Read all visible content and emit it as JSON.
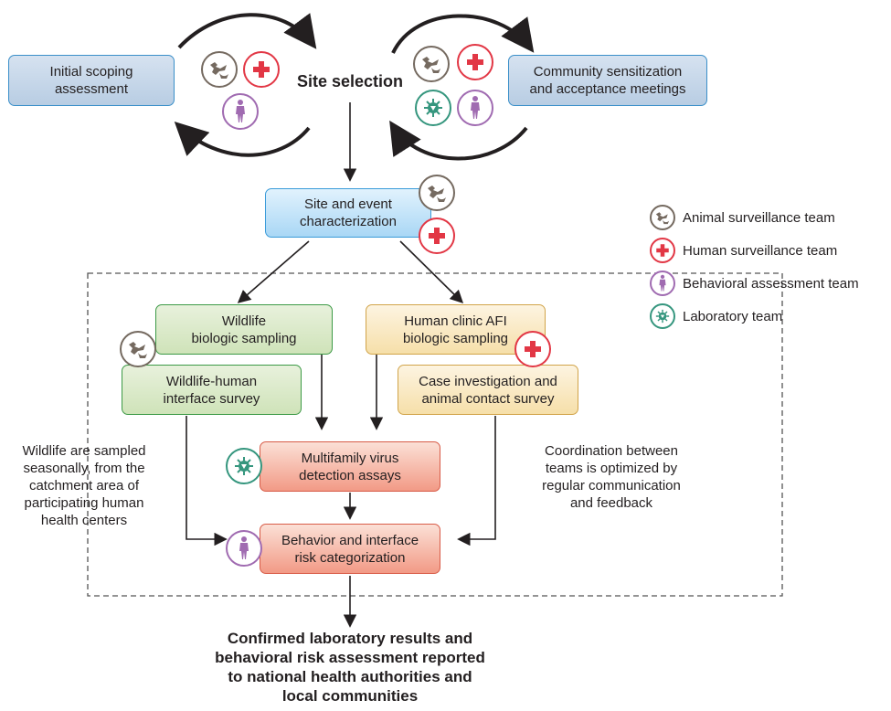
{
  "nodes": {
    "scoping": "Initial scoping\nassessment",
    "site_selection": "Site selection",
    "community": "Community sensitization\nand acceptance meetings",
    "site_char": "Site and event\ncharacterization",
    "wildlife_sampling": "Wildlife\nbiologic sampling",
    "wildlife_survey": "Wildlife-human\ninterface survey",
    "human_clinic": "Human clinic AFI\nbiologic sampling",
    "case_investigation": "Case investigation and\nanimal contact survey",
    "virus_detection": "Multifamily virus\ndetection assays",
    "behavior_risk": "Behavior and interface\nrisk categorization",
    "final_outcome": "Confirmed laboratory results and\nbehavioral  risk assessment reported\nto national health authorities and\nlocal communities"
  },
  "notes": {
    "wildlife_note": "Wildlife are sampled\nseasonally, from the\ncatchment area of\nparticipating human\nhealth centers",
    "coordination_note": "Coordination between\nteams is optimized by\nregular communication\nand feedback"
  },
  "legend": [
    {
      "icon": "animal-surveillance-icon",
      "label": "Animal surveillance team"
    },
    {
      "icon": "human-surveillance-icon",
      "label": "Human surveillance team"
    },
    {
      "icon": "behavioral-assessment-icon",
      "label": "Behavioral assessment team"
    },
    {
      "icon": "laboratory-icon",
      "label": "Laboratory team"
    }
  ],
  "colors": {
    "animal": "#756a60",
    "human": "#e23745",
    "behavioral": "#a06bb1",
    "laboratory": "#35967e"
  }
}
